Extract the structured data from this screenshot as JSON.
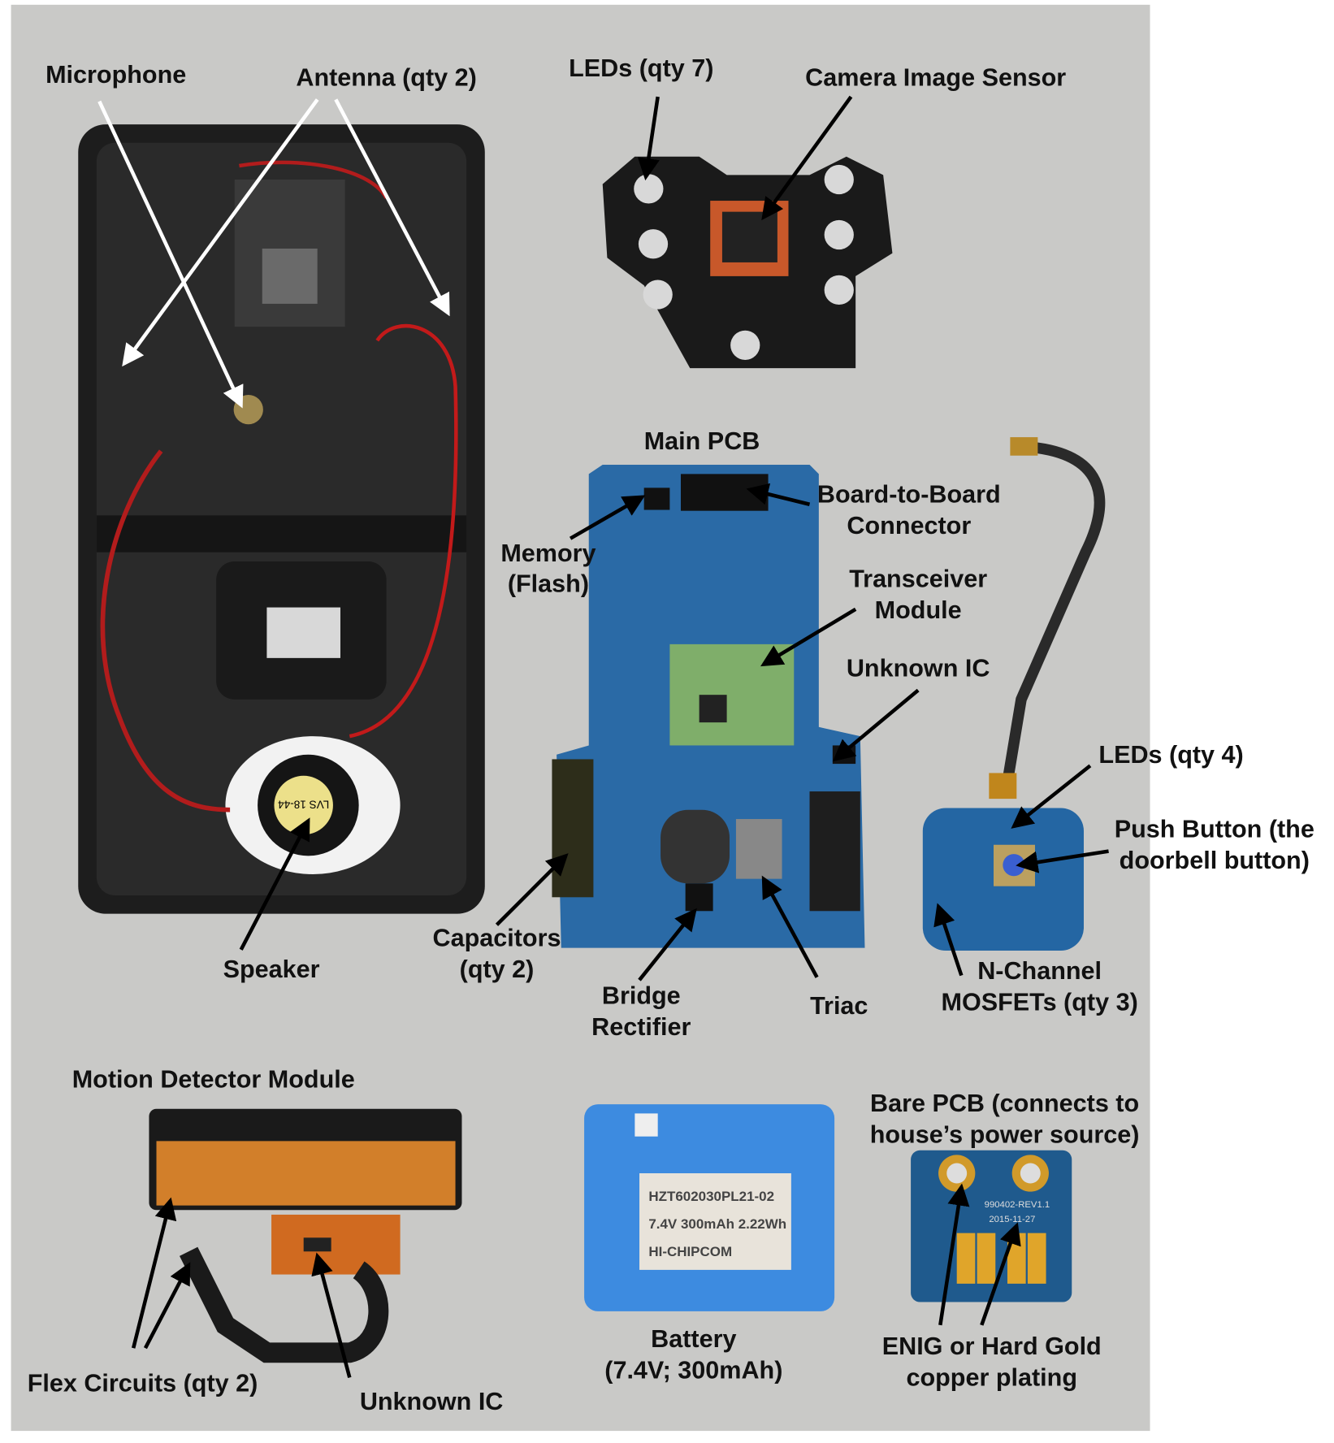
{
  "labels": {
    "microphone": "Microphone",
    "antenna": "Antenna (qty 2)",
    "leds7": "LEDs (qty 7)",
    "camera_sensor": "Camera Image Sensor",
    "main_pcb": "Main PCB",
    "b2b_1": "Board-to-Board",
    "b2b_2": "Connector",
    "memory_1": "Memory",
    "memory_2": "(Flash)",
    "transceiver_1": "Transceiver",
    "transceiver_2": "Module",
    "unknown_ic_main": "Unknown IC",
    "leds4": "LEDs (qty 4)",
    "pushbutton_1": "Push Button (the",
    "pushbutton_2": "doorbell button)",
    "mosfet_1": "N-Channel",
    "mosfet_2": "MOSFETs (qty 3)",
    "triac": "Triac",
    "bridge_1": "Bridge",
    "bridge_2": "Rectifier",
    "capacitors_1": "Capacitors",
    "capacitors_2": "(qty 2)",
    "speaker": "Speaker",
    "motion": "Motion Detector Module",
    "flex": "Flex Circuits (qty 2)",
    "unknown_ic_motion": "Unknown IC",
    "battery_1": "Battery",
    "battery_2": "(7.4V; 300mAh)",
    "bare_pcb_1": "Bare PCB (connects to",
    "bare_pcb_2": "house’s power source)",
    "enig_1": "ENIG or Hard Gold",
    "enig_2": "copper plating"
  },
  "battery_label": [
    "HZT602030PL21-02",
    "7.4V 300mAh 2.22Wh",
    "HI-CHIPCOM"
  ],
  "speaker_marking": "LVS 18-44",
  "bare_pcb_marking": [
    "990402-REV1.1",
    "2015-11-27"
  ]
}
